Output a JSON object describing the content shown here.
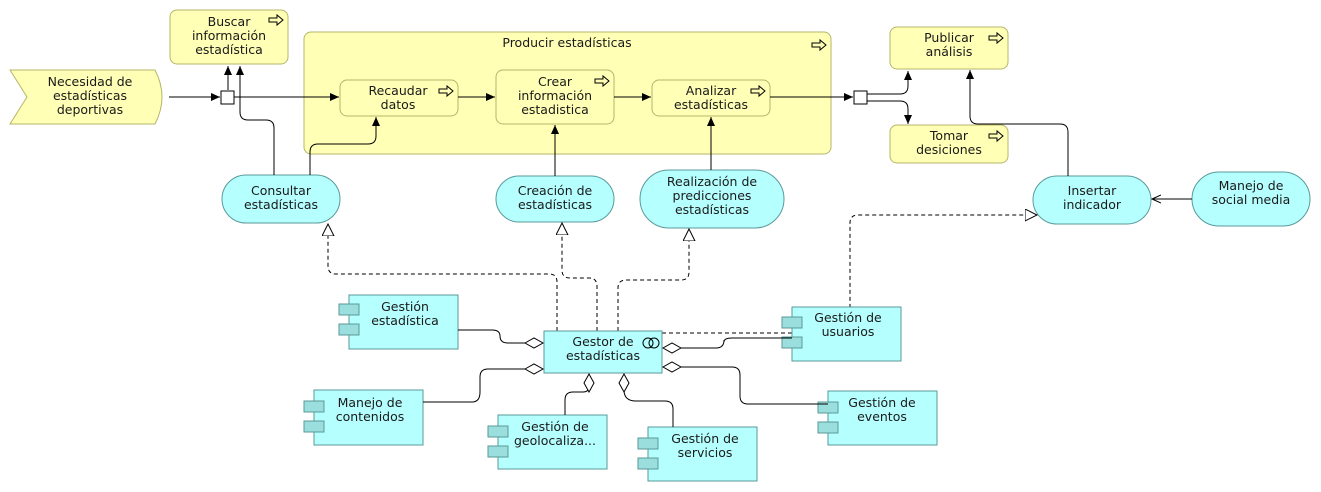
{
  "colors": {
    "business": "#ffffb5",
    "application": "#b5ffff",
    "line": "#000000"
  },
  "events": {
    "necesidad": [
      "Necesidad de",
      "estadísticas",
      "deportivas"
    ]
  },
  "processes": {
    "buscar": [
      "Buscar",
      "información",
      "estadística"
    ],
    "producir": [
      "Producir estadísticas"
    ],
    "recaudar": [
      "Recaudar",
      "datos"
    ],
    "crear": [
      "Crear",
      "información",
      "estadistica"
    ],
    "analizar": [
      "Analizar",
      "estadísticas"
    ],
    "publicar": [
      "Publicar",
      "análisis"
    ],
    "tomar": [
      "Tomar",
      "desiciones"
    ]
  },
  "services": {
    "consultar": [
      "Consultar",
      "estadísticas"
    ],
    "creacion": [
      "Creación de",
      "estadísticas"
    ],
    "realizacion": [
      "Realización de",
      "predicciones",
      "estadísticas"
    ],
    "insertar": [
      "Insertar",
      "indicador"
    ],
    "social": [
      "Manejo de",
      "social media"
    ]
  },
  "components": {
    "gestor": [
      "Gestor de",
      "estadísticas"
    ],
    "gestion_estadistica": [
      "Gestión",
      "estadística"
    ],
    "manejo_contenidos": [
      "Manejo de",
      "contenidos"
    ],
    "geolocalizacion": [
      "Gestión de",
      "geolocaliza..."
    ],
    "servicios": [
      "Gestión de",
      "servicios"
    ],
    "eventos": [
      "Gestión de",
      "eventos"
    ],
    "usuarios": [
      "Gestión de",
      "usuarios"
    ]
  }
}
